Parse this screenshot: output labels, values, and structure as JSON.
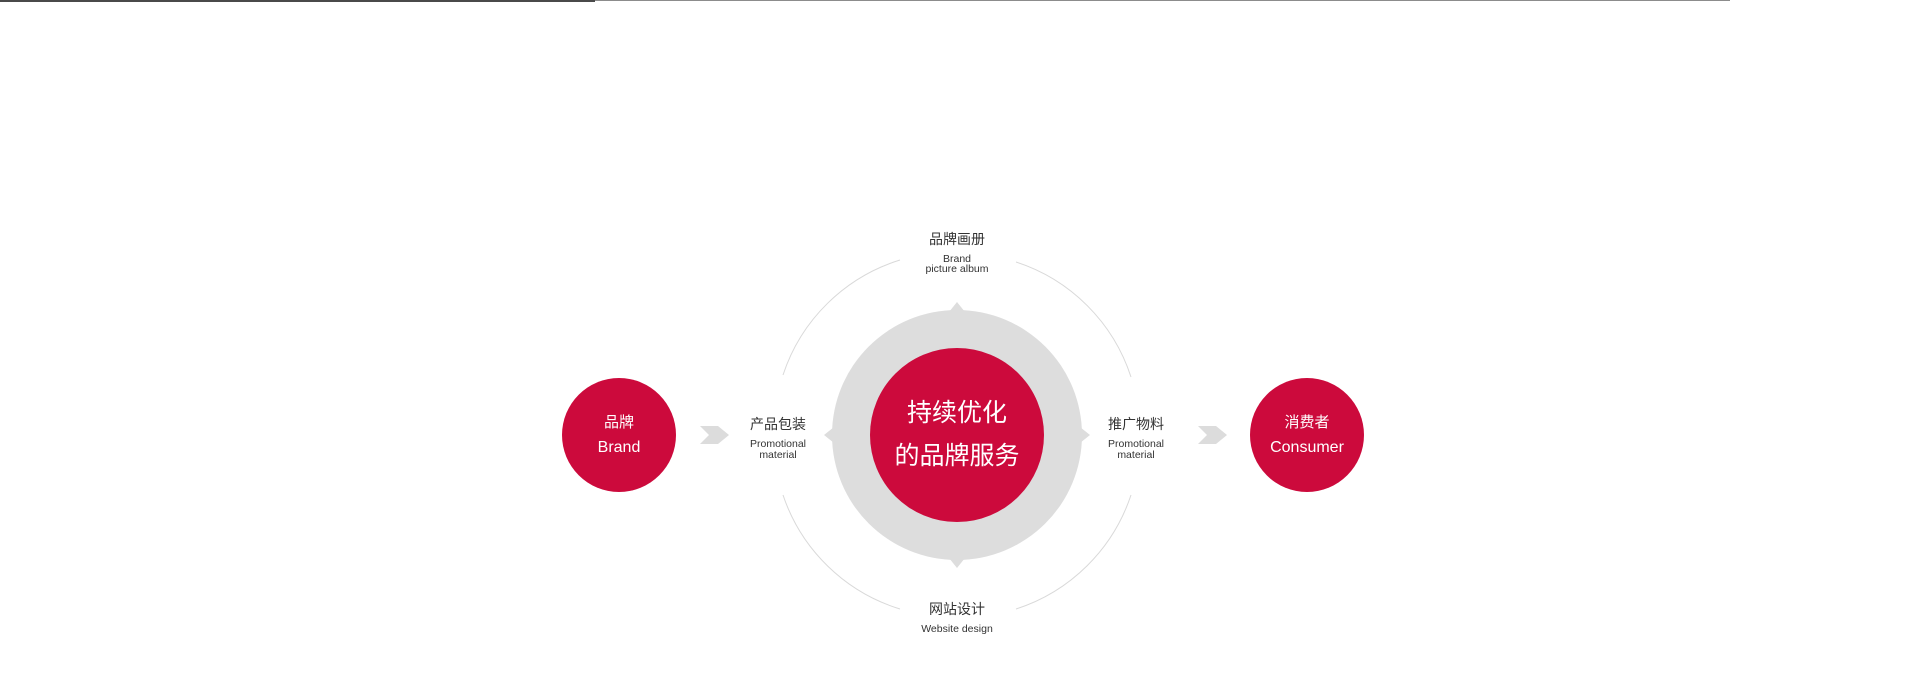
{
  "diagram": {
    "brand": {
      "cn": "品牌",
      "en": "Brand"
    },
    "consumer": {
      "cn": "消费者",
      "en": "Consumer"
    },
    "center": {
      "line1": "持续优化",
      "line2": "的品牌服务"
    },
    "top_item": {
      "cn": "品牌画册",
      "en_line1": "Brand",
      "en_line2": "picture album"
    },
    "left_item": {
      "cn": "产品包装",
      "en_line1": "Promotional",
      "en_line2": "material"
    },
    "right_item": {
      "cn": "推广物料",
      "en_line1": "Promotional",
      "en_line2": "material"
    },
    "bottom_item": {
      "cn": "网站设计",
      "en_line1": "Website design"
    },
    "colors": {
      "accent": "#cc0a3c",
      "ring": "#dddddd",
      "orbit": "#d9d9d9",
      "arrow": "#dcdcdc",
      "text": "#333333"
    }
  }
}
